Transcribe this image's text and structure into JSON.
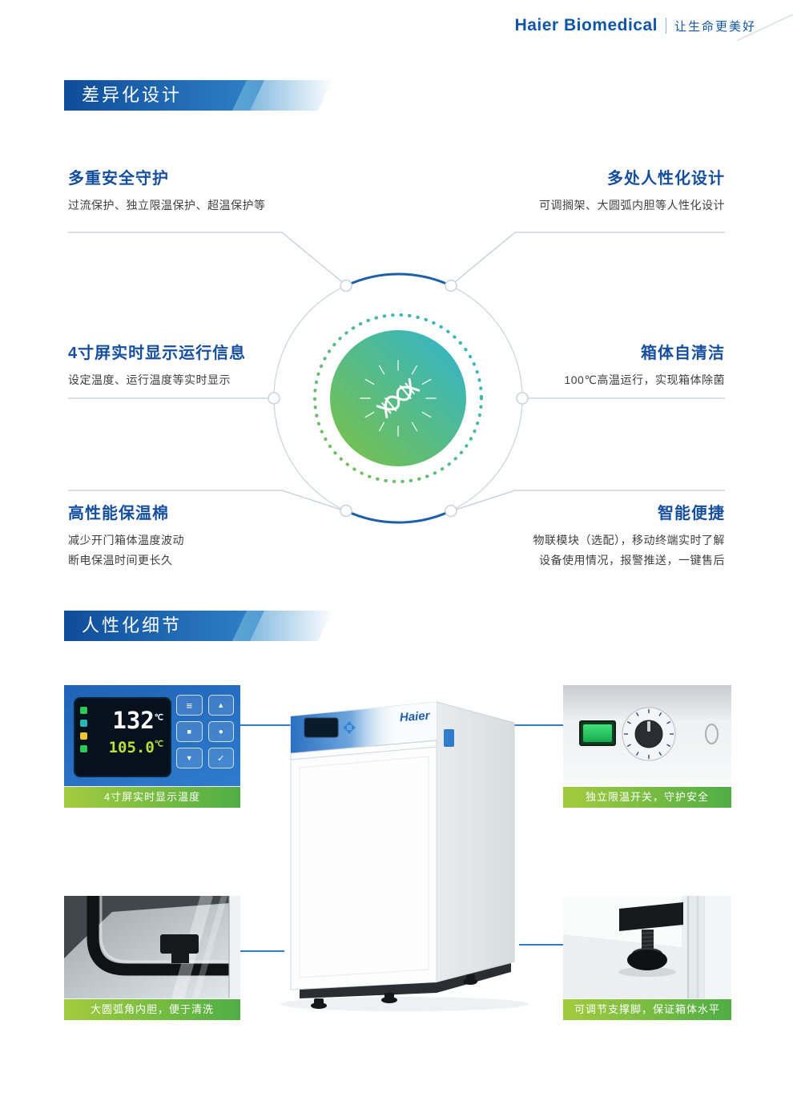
{
  "header": {
    "brand": "Haier Biomedical",
    "slogan": "让生命更美好"
  },
  "section_design": {
    "title": "差异化设计"
  },
  "section_details": {
    "title": "人性化细节"
  },
  "features": [
    {
      "title": "多重安全守护",
      "desc": "过流保护、独立限温保护、超温保护等"
    },
    {
      "title": "多处人性化设计",
      "desc": "可调搁架、大圆弧内胆等人性化设计"
    },
    {
      "title": "4寸屏实时显示运行信息",
      "desc": "设定温度、运行温度等实时显示"
    },
    {
      "title": "箱体自清洁",
      "desc": "100℃高温运行，实现箱体除菌"
    },
    {
      "title": "高性能保温棉",
      "desc": "减少开门箱体温度波动",
      "desc2": "断电保温时间更长久"
    },
    {
      "title": "智能便捷",
      "desc": "物联模块（选配），移动终端实时了解",
      "desc2": "设备使用情况，报警推送，一键售后"
    }
  ],
  "cards": [
    {
      "caption": "4寸屏实时显示温度"
    },
    {
      "caption": "独立限温开关，守护安全"
    },
    {
      "caption": "大圆弧角内胆，便于清洗"
    },
    {
      "caption": "可调节支撑脚，保证箱体水平"
    }
  ],
  "panel_display": {
    "temp_main": "132",
    "temp_sub": "105.0",
    "unit": "℃"
  },
  "product": {
    "logo": "Haier"
  },
  "colors": {
    "brand_blue": "#1156a6",
    "banner_dark": "#0f4c99",
    "banner_mid": "#2f83c9",
    "caption_green_light": "#a3cb3e",
    "caption_green": "#4fae45",
    "core_teal": "#2fb4cf",
    "core_green": "#7cc243"
  }
}
